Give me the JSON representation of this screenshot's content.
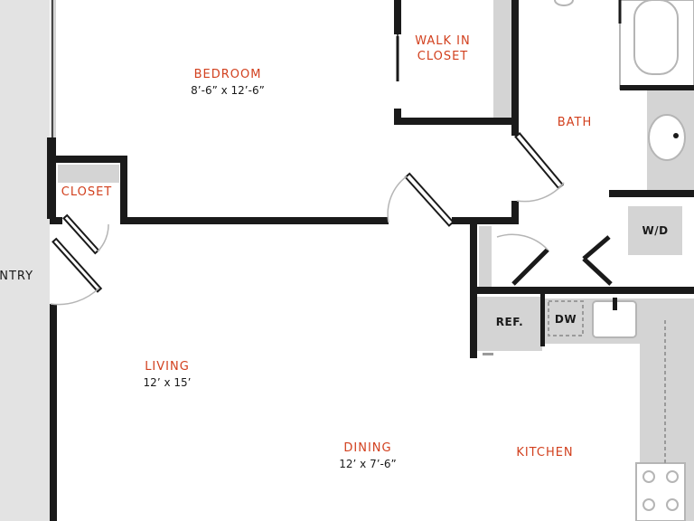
{
  "rooms": {
    "bedroom": {
      "name": "BEDROOM",
      "dims": "8’-6” x 12’-6”"
    },
    "walk_in_closet": {
      "name_line1": "WALK IN",
      "name_line2": "CLOSET"
    },
    "bath": {
      "name": "BATH"
    },
    "closet": {
      "name": "CLOSET"
    },
    "living": {
      "name": "LIVING",
      "dims": "12’ x 15’"
    },
    "dining": {
      "name": "DINING",
      "dims": "12’ x 7’-6”"
    },
    "kitchen": {
      "name": "KITCHEN"
    }
  },
  "fixtures": {
    "washer_dryer": "W/D",
    "refrigerator": "REF.",
    "dishwasher": "DW"
  },
  "entry_label": "ENTRY",
  "colors": {
    "wall": "#1a1a1a",
    "fixture_gray": "#d4d4d4",
    "room_label": "#d2401e",
    "exterior_gray": "#e3e3e3"
  }
}
